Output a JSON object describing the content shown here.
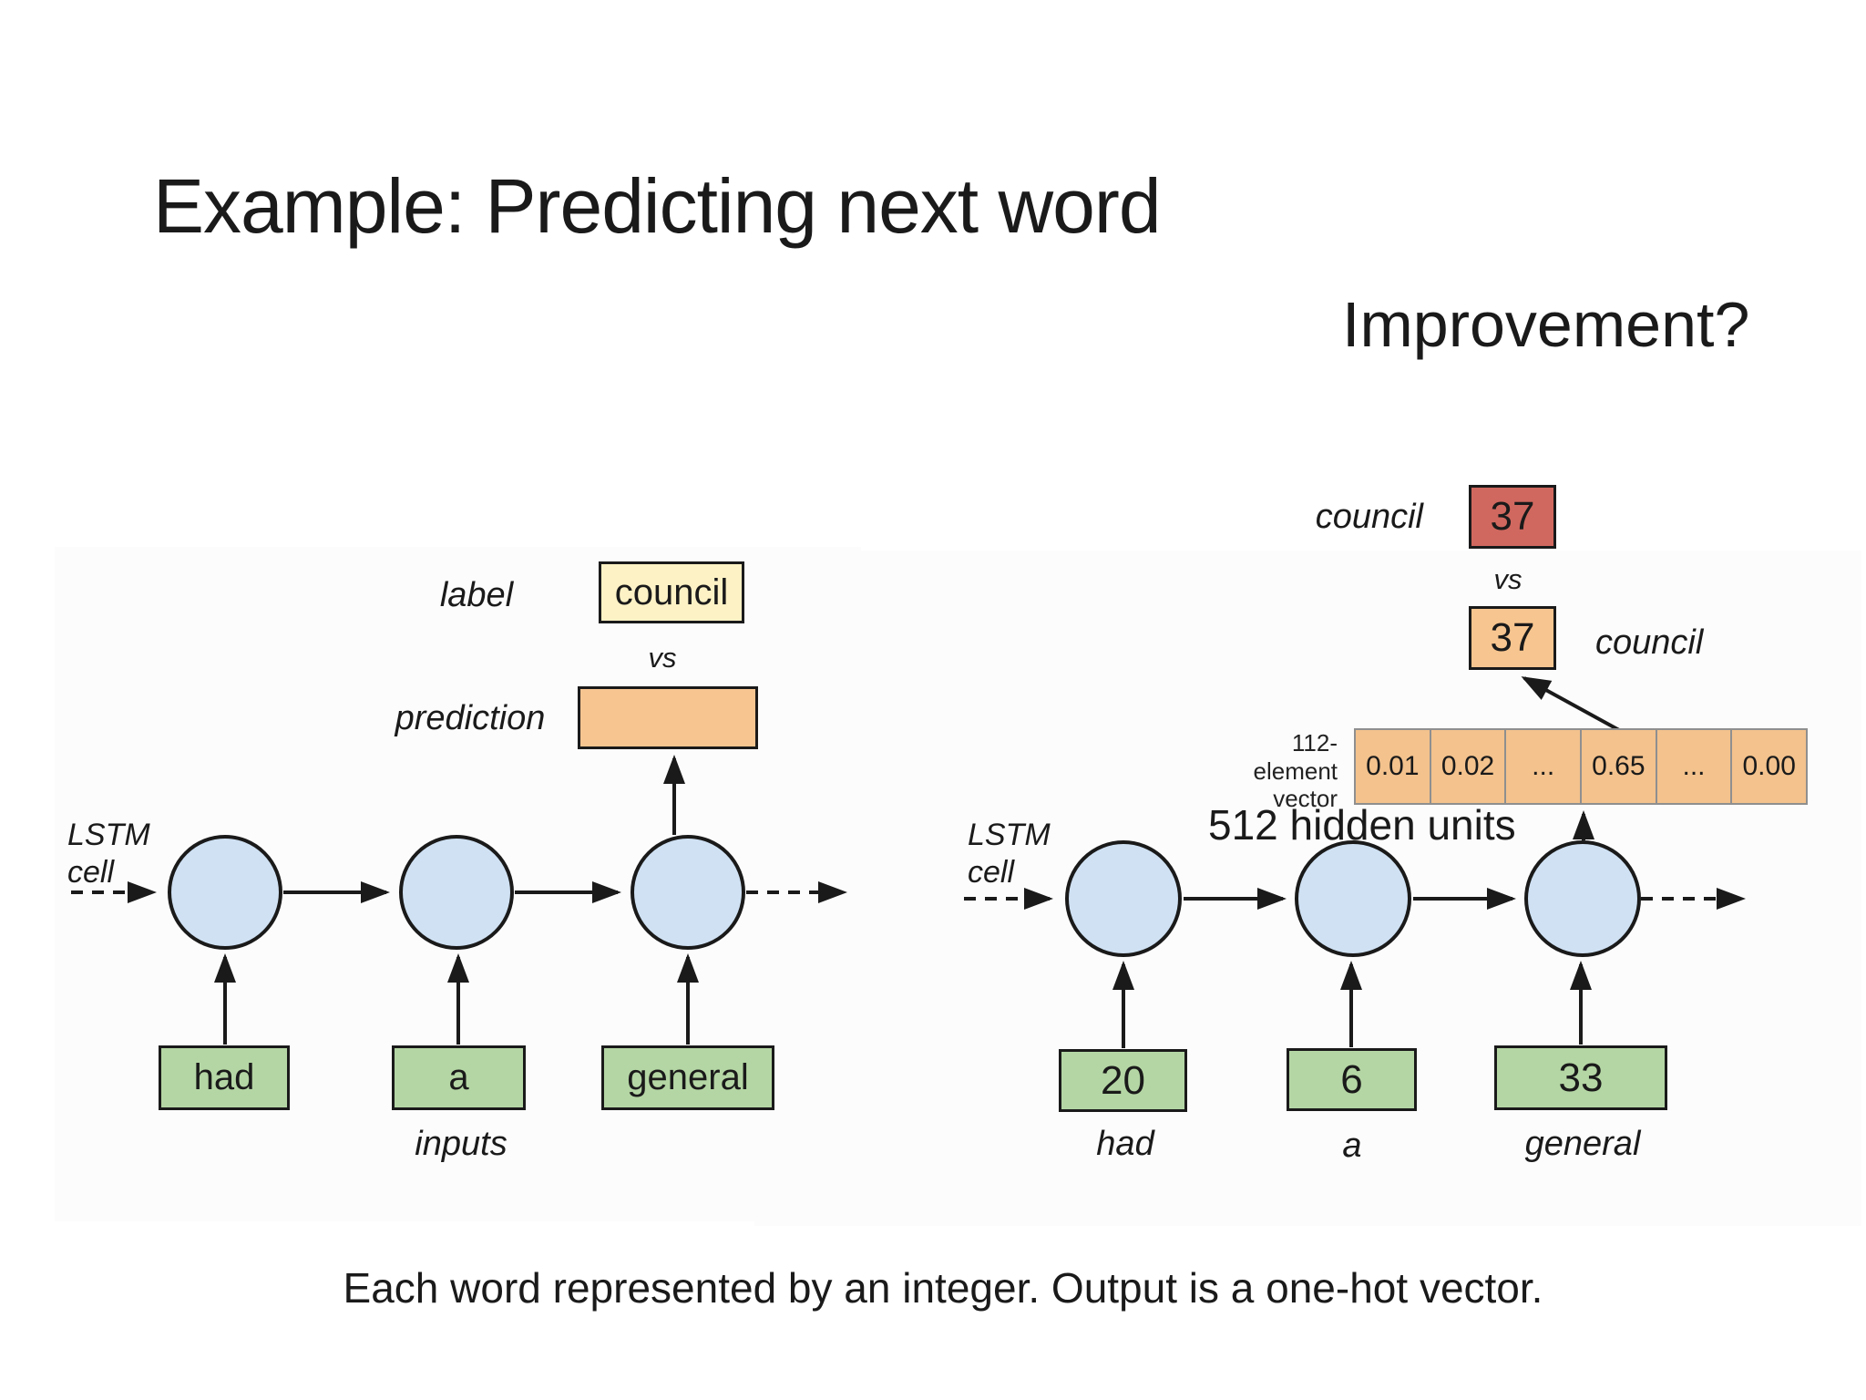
{
  "slide": {
    "title": "Example: Predicting next word",
    "subtitle": "Improvement?",
    "caption": "Each word represented by an integer. Output is a one-hot vector."
  },
  "left_diagram": {
    "label_text": "label",
    "label_box": "council",
    "vs": "vs",
    "prediction_text": "prediction",
    "lstm_cell_line1": "LSTM",
    "lstm_cell_line2": "cell",
    "inputs_label": "inputs",
    "input_boxes": [
      "had",
      "a",
      "general"
    ]
  },
  "right_diagram": {
    "label_word": "council",
    "label_value": "37",
    "vs": "vs",
    "prediction_value": "37",
    "prediction_word": "council",
    "vector_label_line1": "112-element",
    "vector_label_line2": "vector",
    "vector_cells": [
      "0.01",
      "0.02",
      "...",
      "0.65",
      "...",
      "0.00"
    ],
    "hidden_units_label": "512 hidden units",
    "lstm_cell_line1": "LSTM",
    "lstm_cell_line2": "cell",
    "input_boxes": [
      "20",
      "6",
      "33"
    ],
    "input_words": [
      "had",
      "a",
      "general"
    ]
  },
  "colors": {
    "label_box_yellow": "#fdf2c5",
    "prediction_orange": "#f7c58f",
    "one_hot_red": "#d0685f",
    "input_green": "#b4d6a4",
    "lstm_circle_blue": "#cfe1f3",
    "vector_cell_orange": "#f3c28d",
    "vector_border_gray": "#8f8f8f",
    "line_black": "#1a1a1a"
  }
}
